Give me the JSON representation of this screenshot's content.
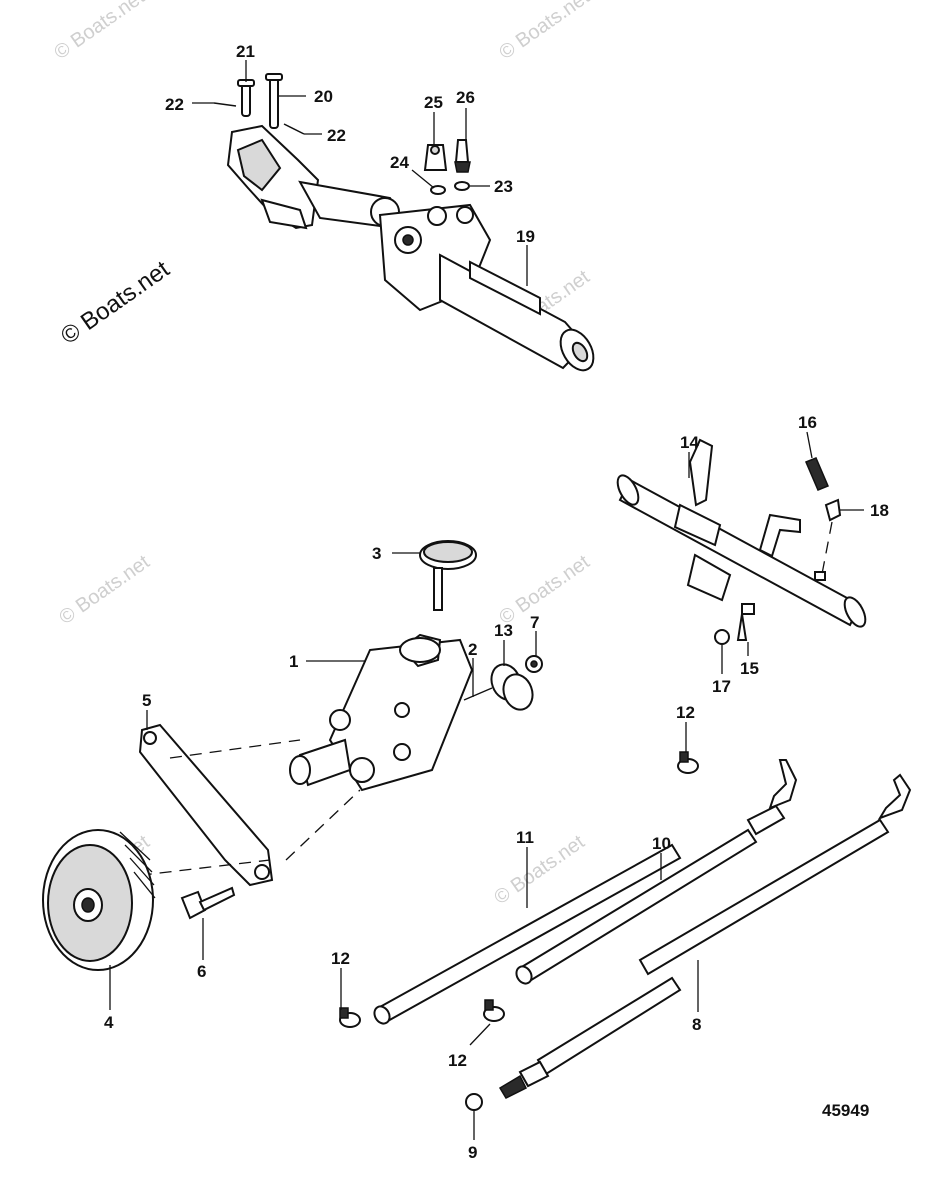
{
  "watermark": {
    "main": "© Boats.net",
    "faint": "© Boats.net"
  },
  "figure_number": "45949",
  "callouts": {
    "c1": "1",
    "c2": "2",
    "c3": "3",
    "c4": "4",
    "c5": "5",
    "c6": "6",
    "c7": "7",
    "c8": "8",
    "c9": "9",
    "c10": "10",
    "c11": "11",
    "c12a": "12",
    "c12b": "12",
    "c12c": "12",
    "c13": "13",
    "c14": "14",
    "c15": "15",
    "c16": "16",
    "c17": "17",
    "c18": "18",
    "c19": "19",
    "c20": "20",
    "c21": "21",
    "c22a": "22",
    "c22b": "22",
    "c23": "23",
    "c24": "24",
    "c25": "25",
    "c26": "26"
  }
}
